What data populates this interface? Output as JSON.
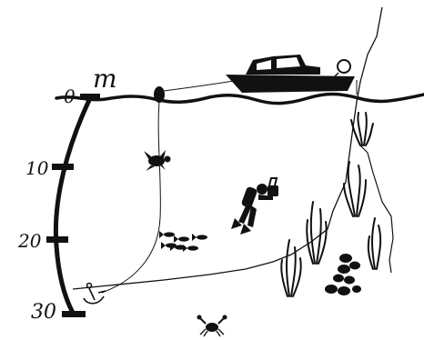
{
  "depth_scale": {
    "unit": "m",
    "ticks": [
      {
        "label": "0",
        "depth": 0
      },
      {
        "label": "10",
        "depth": 10
      },
      {
        "label": "20",
        "depth": 20
      },
      {
        "label": "30",
        "depth": 30
      }
    ]
  },
  "colors": {
    "ink": "#111111",
    "background": "#ffffff"
  },
  "icons": [
    "boat-icon",
    "buoy-icon",
    "sea-turtle-icon",
    "scuba-diver-icon",
    "fish-school-icon",
    "anchor-icon",
    "crab-icon",
    "seaweed-icon",
    "rocks-icon"
  ]
}
